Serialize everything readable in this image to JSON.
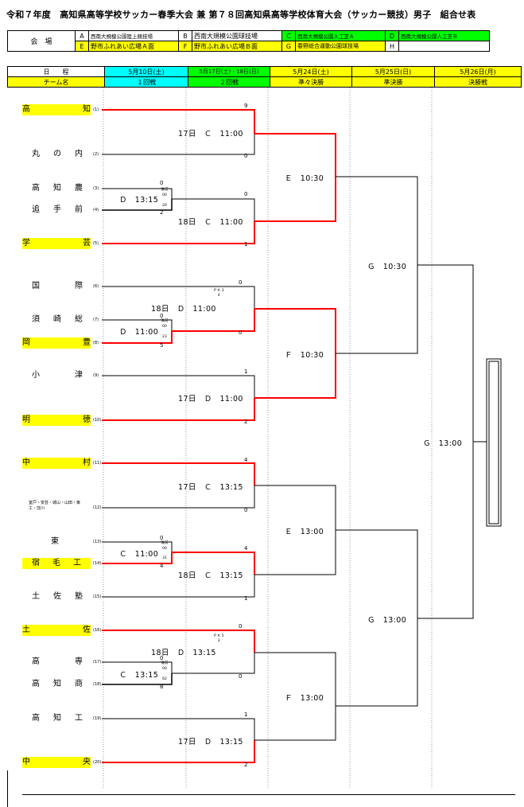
{
  "title": "令和７年度　高知県高等学校サッカー春季大会 兼 第７８回高知県高等学校体育大会（サッカー競技）男子　組合せ表",
  "venue_label": "会　場",
  "venues": [
    {
      "code": "A",
      "name": "西南大規模公園陸上競技場"
    },
    {
      "code": "B",
      "name": "西南大規模公園球技場"
    },
    {
      "code": "C",
      "name": "西南大規模公園人工芝Ａ"
    },
    {
      "code": "D",
      "name": "西南大規模公園人工芝Ｂ"
    },
    {
      "code": "E",
      "name": "野市ふれあい広場Ａ面"
    },
    {
      "code": "F",
      "name": "野市ふれあい広場Ｂ面"
    },
    {
      "code": "G",
      "name": "春野総合運動公園球技場"
    },
    {
      "code": "H",
      "name": ""
    }
  ],
  "schedule": {
    "date_label": "日　　程",
    "team_label": "チーム名",
    "dates": [
      "5月10日(土)",
      "5月17日(土)・18日(日)",
      "5月24日(土)",
      "5月25日(日)",
      "5月26日(月)"
    ],
    "rounds": [
      "１回戦",
      "２回戦",
      "準々決勝",
      "準決勝",
      "決勝戦"
    ]
  },
  "teams": [
    {
      "no": "(1)",
      "name": "高　　　知",
      "highlight": true
    },
    {
      "no": "(2)",
      "name": "丸　の　内",
      "highlight": false
    },
    {
      "no": "(3)",
      "name": "高　知　農",
      "highlight": false
    },
    {
      "no": "(4)",
      "name": "追　手　前",
      "highlight": false
    },
    {
      "no": "(5)",
      "name": "学　　　芸",
      "highlight": true
    },
    {
      "no": "(6)",
      "name": "国　　　際",
      "highlight": false
    },
    {
      "no": "(7)",
      "name": "須　崎　総",
      "highlight": false
    },
    {
      "no": "(8)",
      "name": "岡　　　豊",
      "highlight": true
    },
    {
      "no": "(9)",
      "name": "小　　　津",
      "highlight": false
    },
    {
      "no": "(10)",
      "name": "明　　　徳",
      "highlight": true
    },
    {
      "no": "(11)",
      "name": "中　　　村",
      "highlight": true
    },
    {
      "no": "(12)",
      "name": "室戸・安芸・城山・山田・東工・窪川",
      "highlight": false
    },
    {
      "no": "(13)",
      "name": "東",
      "highlight": false
    },
    {
      "no": "(14)",
      "name": "宿　毛　工",
      "highlight": true
    },
    {
      "no": "(15)",
      "name": "土　佐　塾",
      "highlight": false
    },
    {
      "no": "(16)",
      "name": "土　　　佐",
      "highlight": true
    },
    {
      "no": "(17)",
      "name": "高　　　専",
      "highlight": false
    },
    {
      "no": "(18)",
      "name": "高　知　商",
      "highlight": false
    },
    {
      "no": "(19)",
      "name": "高　知　工",
      "highlight": false
    },
    {
      "no": "(20)",
      "name": "中　　　央",
      "highlight": true
    }
  ],
  "r1_matches": [
    {
      "label": "Ｄ　13:15",
      "top": "0",
      "bottom": "2",
      "v1": "後前",
      "v2": "00",
      "v3": "20"
    },
    {
      "label": "Ｄ　11:00",
      "top": "0",
      "bottom": "5",
      "v1": "後前",
      "v2": "00",
      "v3": "23"
    },
    {
      "label": "Ｃ　11:00",
      "top": "0",
      "bottom": "4",
      "v1": "後前",
      "v2": "00",
      "v3": "31"
    },
    {
      "label": "Ｃ　13:15",
      "top": "0",
      "bottom": "8",
      "v1": "後前",
      "v2": "00",
      "v3": "62"
    }
  ],
  "r2_matches": [
    {
      "label": "17日　Ｃ　11:00",
      "top": "9",
      "bottom": "0"
    },
    {
      "label": "18日　Ｃ　11:00",
      "top": "0",
      "bottom": "1"
    },
    {
      "label": "18日　Ｄ　11:00",
      "top": "0",
      "bottom": "0",
      "pk": "ＰＫ 3 4"
    },
    {
      "label": "17日　Ｄ　11:00",
      "top": "1",
      "bottom": "2"
    },
    {
      "label": "17日　Ｃ　13:15",
      "top": "4",
      "bottom": "0"
    },
    {
      "label": "18日　Ｃ　13:15",
      "top": "4",
      "bottom": "1"
    },
    {
      "label": "18日　Ｄ　13:15",
      "top": "0",
      "bottom": "0",
      "pk": "ＰＫ 5 3"
    },
    {
      "label": "17日　Ｄ　13:15",
      "top": "1",
      "bottom": "2"
    }
  ],
  "qf_labels": [
    "Ｅ　10:30",
    "Ｆ　10:30",
    "Ｅ　13:00",
    "Ｆ　13:00"
  ],
  "sf_labels": [
    "Ｇ　10:30",
    "Ｇ　13:00"
  ],
  "final_label": "Ｇ　13:00",
  "colors": {
    "winner_line": "#ff0000",
    "yellow": "#ffff00",
    "green": "#00ff00",
    "cyan": "#00ffff"
  }
}
